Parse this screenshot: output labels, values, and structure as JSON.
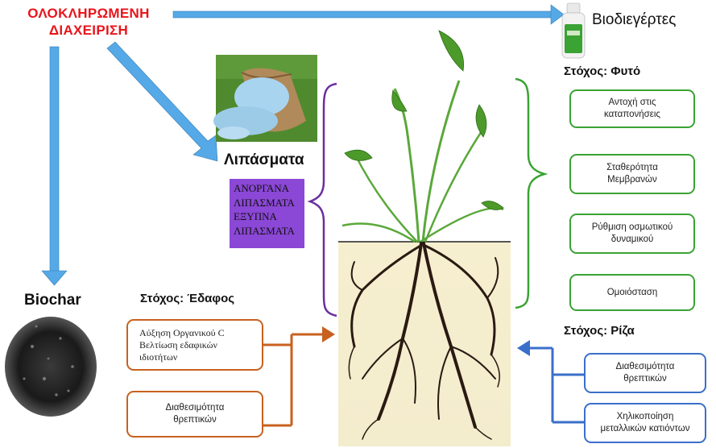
{
  "title": [
    "ΟΛΟΚΛΗΡΩΜΕΝΗ",
    "ΔΙΑΧΕΙΡΙΣΗ"
  ],
  "biostimulants": {
    "label": "Βιοδιεγέρτες"
  },
  "fertilizers": {
    "label": "Λιπάσματα",
    "types": [
      "ΑΝΟΡΓΑΝΑ",
      "ΛΙΠΑΣΜΑΤΑ",
      "ΕΞΥΠΝΑ",
      "ΛΙΠΑΣΜΑΤΑ"
    ]
  },
  "biochar": {
    "label": "Biochar"
  },
  "plant_target": {
    "heading": "Στόχος: Φυτό",
    "items": [
      [
        "Αντοχή στις",
        "καταπονήσεις"
      ],
      [
        "Σταθερότητα",
        "Μεμβρανών"
      ],
      [
        "Ρύθμιση οσμωτικού",
        "δυναμικού"
      ],
      [
        "Ομοιόσταση"
      ]
    ]
  },
  "soil_target": {
    "heading": "Στόχος: Έδαφος",
    "items": [
      [
        "Αύξηση Οργανικού C",
        "Βελτίωση εδαφικών",
        "ιδιοτήτων"
      ],
      [
        "Διαθεσιμότητα",
        "θρεπτικών"
      ]
    ]
  },
  "root_target": {
    "heading": "Στόχος: Ρίζα",
    "items": [
      [
        "Διαθεσιμότητα",
        "θρεπτικών"
      ],
      [
        "Χηλικοποίηση",
        "μεταλλικών κατιόντων"
      ]
    ]
  },
  "colors": {
    "title": "#e8151b",
    "arrow_blue": "#55a9e6",
    "plant": "#3aa334",
    "soil": "#c8611f",
    "root": "#3a6fc9",
    "fertilizer": "#8b47d6",
    "brace": "#6a2e9e"
  }
}
